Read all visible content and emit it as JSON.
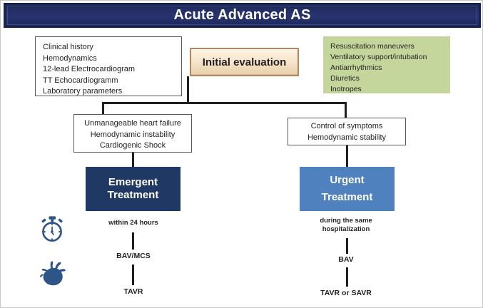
{
  "header": {
    "title": "Acute Advanced AS"
  },
  "assessment": {
    "items": [
      "Clinical history",
      "Hemodynamics",
      "12-lead Electrocardiogram",
      "TT Echocardiogramm",
      "Laboratory parameters"
    ]
  },
  "supportive_measures": {
    "items": [
      "Resuscitation maneuvers",
      "Ventilatory support/intubation",
      "Antiarrhythmics",
      "Diuretics",
      "Inotropes"
    ]
  },
  "initial_evaluation": {
    "label": "Initial evaluation"
  },
  "left_branch": {
    "condition": [
      "Unmanageable heart failure",
      "Hemodynamic instability",
      "Cardiogenic Shock"
    ],
    "treatment_line1": "Emergent",
    "treatment_line2": "Treatment",
    "timing": "within 24 hours",
    "procedure": "BAV/MCS",
    "outcome": "TAVR"
  },
  "right_branch": {
    "condition": [
      "Control of symptoms",
      "Hemodynamic stability"
    ],
    "treatment_line1": "Urgent",
    "treatment_line2": "Treatment",
    "timing_line1": "during the same",
    "timing_line2": "hospitalization",
    "procedure": "BAV",
    "outcome": "TAVR or SAVR"
  },
  "icons": {
    "timing_icon": "stopwatch-icon",
    "organ_icon": "anatomical-heart-icon"
  },
  "colors": {
    "title_bar": "#273470",
    "emergent": "#1f3864",
    "urgent": "#4e81bd",
    "supportive": "#c4d69b",
    "initial_evaluation_border": "#b3865f",
    "icon": "#2e5588"
  }
}
